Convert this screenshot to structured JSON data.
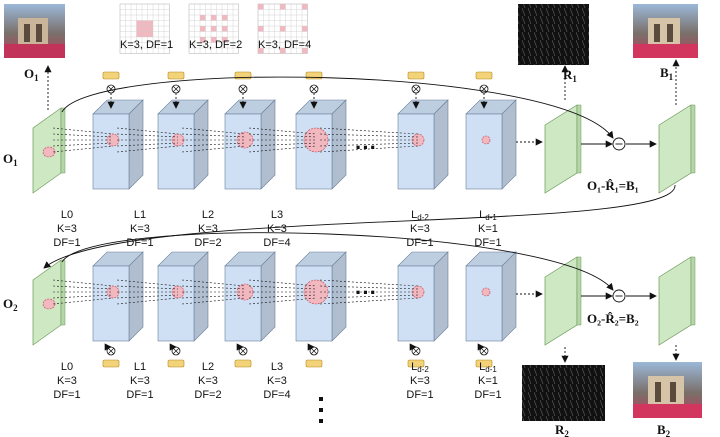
{
  "grid_captions": [
    "K=3, DF=1",
    "K=3, DF=2",
    "K=3, DF=4"
  ],
  "stage1": {
    "input_symbol": "O",
    "input_sub": "1",
    "output_top_symbol": "O",
    "output_top_sub": "1",
    "rain_symbol": "R",
    "rain_sub": "1",
    "bg_symbol": "B",
    "bg_sub": "1",
    "equation": "O₁-R̂₁=B₁",
    "layers": [
      {
        "name": "L0",
        "k": "K=3",
        "df": "DF=1"
      },
      {
        "name": "L1",
        "k": "K=3",
        "df": "DF=1"
      },
      {
        "name": "L2",
        "k": "K=3",
        "df": "DF=2"
      },
      {
        "name": "L3",
        "k": "K=3",
        "df": "DF=4"
      },
      {
        "name": "Ld-2",
        "k": "K=3",
        "df": "DF=1"
      },
      {
        "name": "Ld-1",
        "k": "K=1",
        "df": "DF=1"
      }
    ]
  },
  "stage2": {
    "input_symbol": "O",
    "input_sub": "2",
    "rain_symbol": "R",
    "rain_sub": "2",
    "bg_symbol": "B",
    "bg_sub": "2",
    "equation": "O₂-R̂₂=B₂",
    "layers": [
      {
        "name": "L0",
        "k": "K=3",
        "df": "DF=1"
      },
      {
        "name": "L1",
        "k": "K=3",
        "df": "DF=1"
      },
      {
        "name": "L2",
        "k": "K=3",
        "df": "DF=2"
      },
      {
        "name": "L3",
        "k": "K=3",
        "df": "DF=4"
      },
      {
        "name": "Ld-2",
        "k": "K=3",
        "df": "DF=1"
      },
      {
        "name": "Ld-1",
        "k": "K=1",
        "df": "DF=1"
      }
    ]
  },
  "ellipsis": "···",
  "colors": {
    "feature_green": "#cfe8c4",
    "feature_blue": "#cfe0f5",
    "receptive_red": "#f2b8c0",
    "gate_yellow": "#f3d37a"
  }
}
